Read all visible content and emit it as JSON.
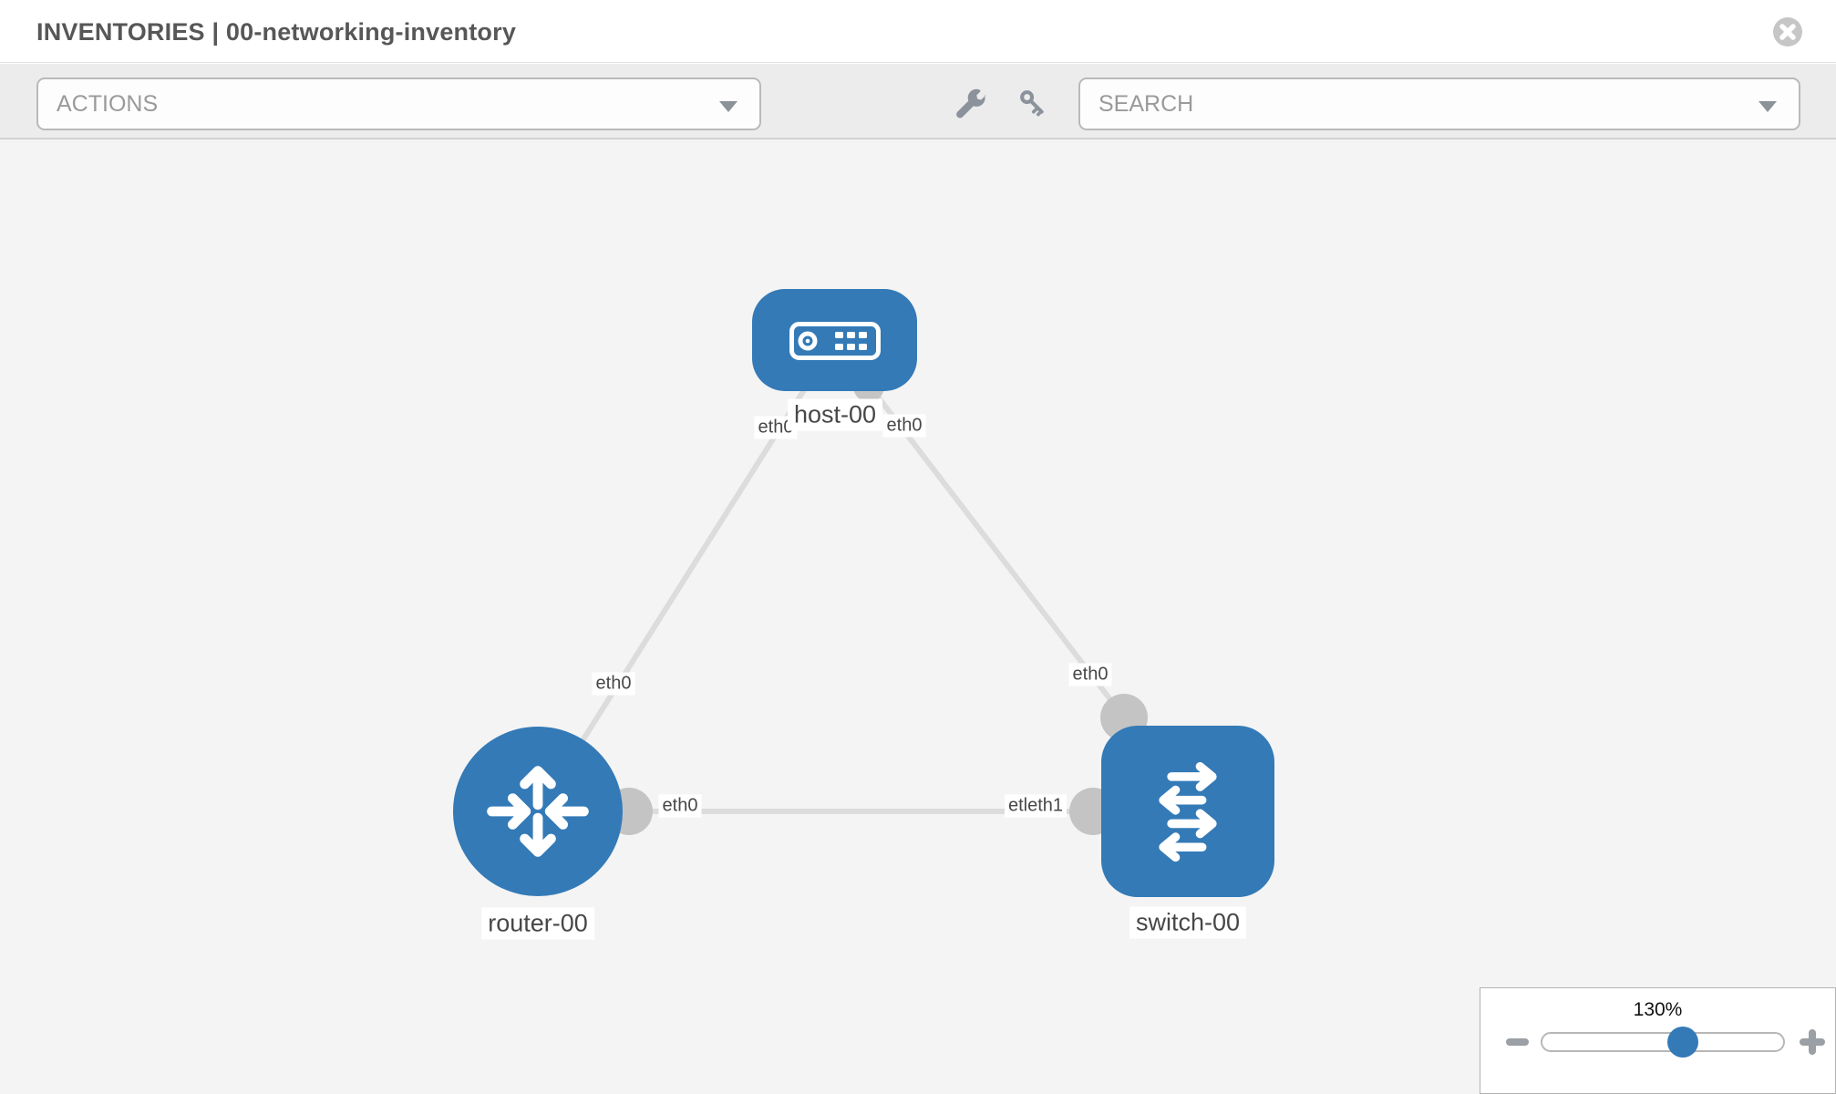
{
  "header": {
    "title": "INVENTORIES | 00-networking-inventory"
  },
  "toolbar": {
    "actions_label": "ACTIONS",
    "search_placeholder": "SEARCH",
    "icons": [
      "wrench-icon",
      "key-icon"
    ]
  },
  "diagram": {
    "nodes": [
      {
        "type": "host",
        "label": "host-00"
      },
      {
        "type": "router",
        "label": "router-00"
      },
      {
        "type": "switch",
        "label": "switch-00"
      }
    ],
    "edges": [
      {
        "from": "host-00",
        "to": "router-00"
      },
      {
        "from": "host-00",
        "to": "switch-00"
      },
      {
        "from": "router-00",
        "to": "switch-00"
      }
    ],
    "edge_labels": [
      {
        "text": "eth0"
      },
      {
        "text": "eth0"
      },
      {
        "text": "eth0"
      },
      {
        "text": "eth0"
      },
      {
        "text": "eth0"
      },
      {
        "text": "etleth1"
      }
    ]
  },
  "zoom_control": {
    "level": "130%",
    "minus": "zoom-out",
    "plus": "zoom-in"
  },
  "colors": {
    "node_blue": "#337ab7",
    "edge_gray": "#dcdcdc",
    "connector_gray": "#c4c4c4",
    "icon_gray": "#8b929b",
    "toolbar_bg": "#ececec",
    "canvas_bg": "#f4f4f4"
  }
}
